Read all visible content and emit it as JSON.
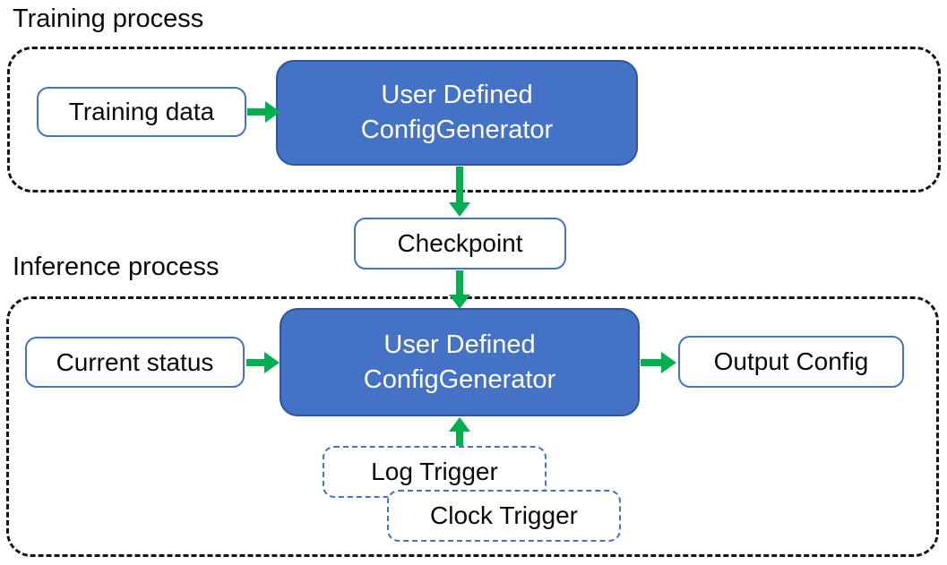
{
  "sections": {
    "training": {
      "label": "Training process"
    },
    "inference": {
      "label": "Inference process"
    }
  },
  "nodes": {
    "training_data": {
      "label": "Training data"
    },
    "training_generator": {
      "lines": [
        "User Defined",
        "ConfigGenerator"
      ]
    },
    "checkpoint": {
      "label": "Checkpoint"
    },
    "current_status": {
      "label": "Current status"
    },
    "inference_generator": {
      "lines": [
        "User Defined",
        "ConfigGenerator"
      ]
    },
    "output_config": {
      "label": "Output Config"
    },
    "log_trigger": {
      "label": "Log Trigger"
    },
    "clock_trigger": {
      "label": "Clock Trigger"
    }
  },
  "edges": [
    {
      "from": "training_data",
      "to": "training_generator",
      "direction": "right"
    },
    {
      "from": "training_generator",
      "to": "checkpoint",
      "direction": "down"
    },
    {
      "from": "checkpoint",
      "to": "inference_generator",
      "direction": "down"
    },
    {
      "from": "current_status",
      "to": "inference_generator",
      "direction": "right"
    },
    {
      "from": "inference_generator",
      "to": "output_config",
      "direction": "right"
    },
    {
      "from": "log_trigger",
      "to": "inference_generator",
      "direction": "up"
    }
  ],
  "colors": {
    "generator_fill": "#4472C4",
    "generator_border": "#2F5597",
    "light_node_border": "#4472C4",
    "trigger_border": "#4472C4",
    "arrow_green": "#00B050",
    "container_dash": "#141414",
    "text_dark": "#0a0a0a",
    "text_light": "#ffffff"
  }
}
